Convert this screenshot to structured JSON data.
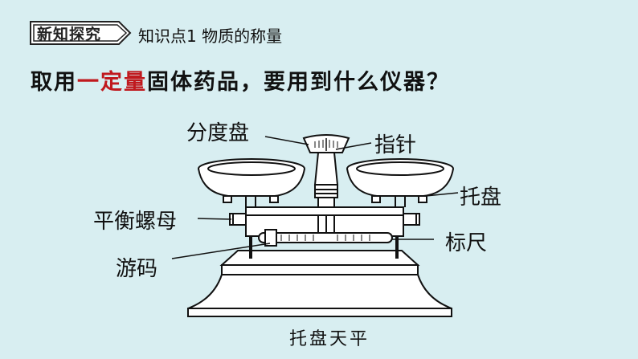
{
  "header": {
    "badge": "新知探究",
    "topic": "知识点1  物质的称量"
  },
  "question": {
    "before": "取用",
    "highlight": "一定量",
    "after": "固体药品，要用到什么仪器？"
  },
  "diagram": {
    "labels": {
      "dial": "分度盘",
      "pointer": "指针",
      "pan": "托盘",
      "balance_nut": "平衡螺母",
      "scale": "标尺",
      "rider": "游码"
    },
    "caption": "托盘天平"
  },
  "colors": {
    "background": "#d8eef1",
    "highlight": "#c0191e"
  }
}
